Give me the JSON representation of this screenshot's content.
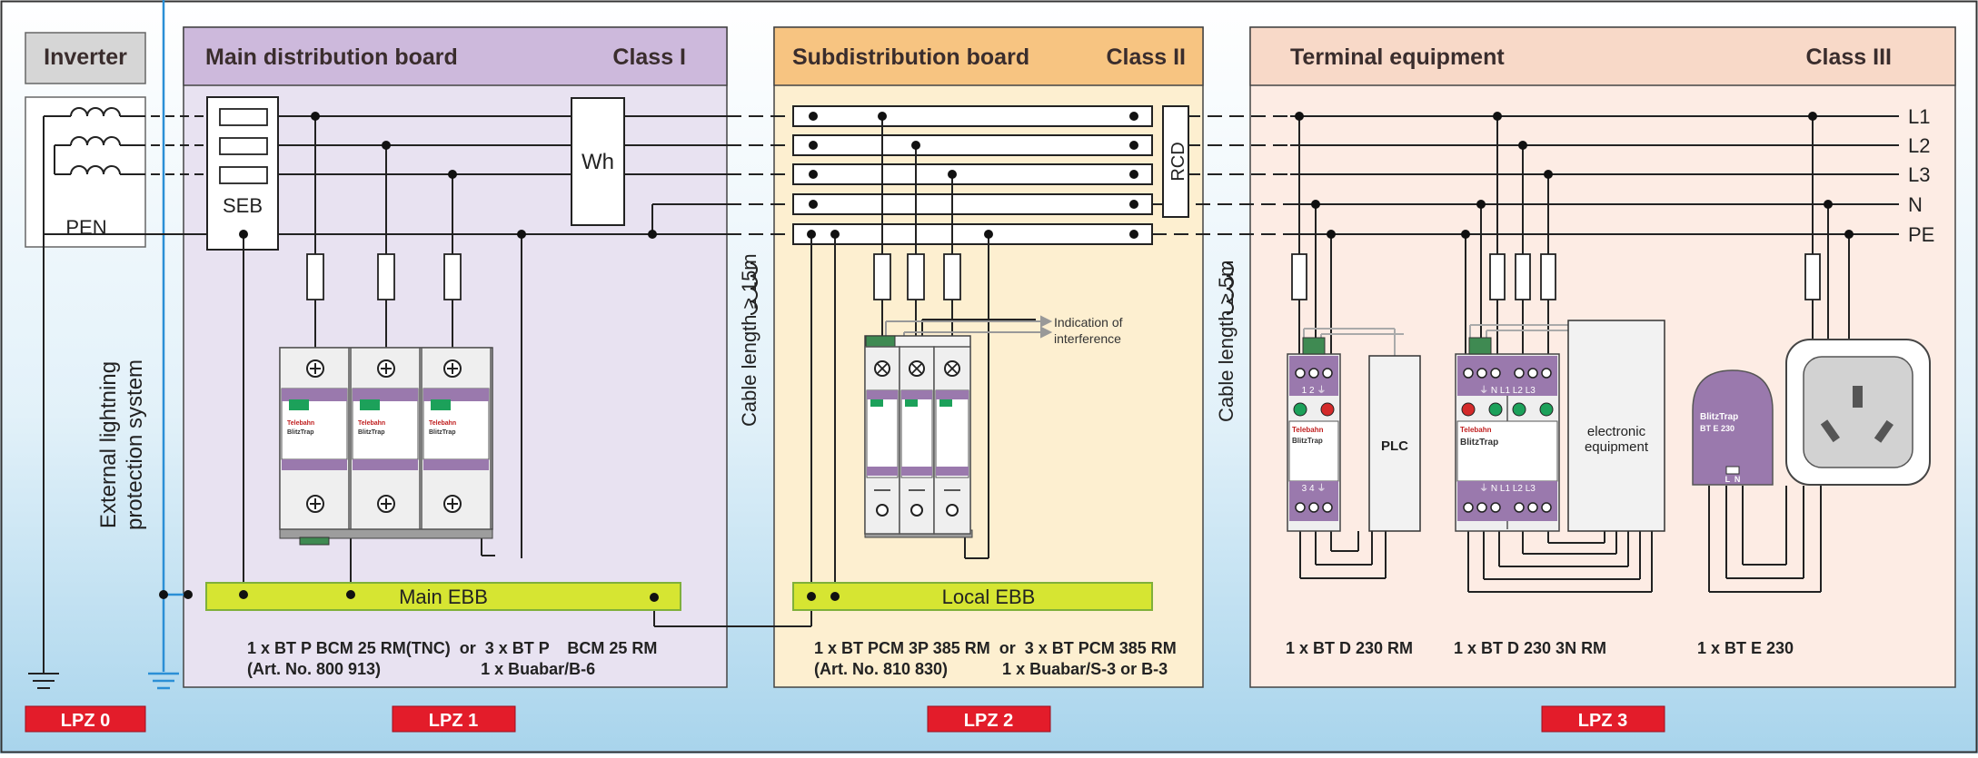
{
  "colors": {
    "background_top": "#ffffff",
    "background_bottom": "#a8d4ec",
    "main_board_header": "#cdb9dc",
    "main_board_body": "#e8e2f1",
    "sub_board_header": "#f7c481",
    "sub_board_body": "#fdefd0",
    "terminal_header": "#f8d9c8",
    "terminal_body": "#fdece4",
    "ebb_bar": "#d6e532",
    "ebb_border": "#7fb03a",
    "lpz_badge": "#e31c2a",
    "spd_purple": "#9a79ad",
    "lightning_line": "#2b8fd6"
  },
  "inverter": {
    "title": "Inverter",
    "pen_label": "PEN"
  },
  "external_protection": {
    "line1": "External lightning",
    "line2": "protection system"
  },
  "main_board": {
    "title": "Main distribution board",
    "class_label": "Class I",
    "seb_label": "SEB",
    "wh_label": "Wh",
    "ebb_label": "Main EBB",
    "caption_line1": "1 x BT P BCM 25 RM(TNC)  or  3 x BT P    BCM 25 RM",
    "caption_line2": "(Art. No. 800 913)                      1 x Buabar/B-6"
  },
  "cable1": {
    "label": "Cable length ≥ 15m"
  },
  "sub_board": {
    "title": "Subdistribution board",
    "class_label": "Class II",
    "rcd_label": "RCD",
    "indication_line1": "Indication of",
    "indication_line2": "interference",
    "ebb_label": "Local EBB",
    "caption_line1": "1 x BT PCM 3P 385 RM  or  3 x BT PCM 385 RM",
    "caption_line2": "(Art. No. 810 830)            1 x Buabar/S-3 or B-3"
  },
  "cable2": {
    "label": "Cable length ≥ 5m"
  },
  "terminal": {
    "title": "Terminal equipment",
    "class_label": "Class III",
    "plc_label": "PLC",
    "electronic_line1": "electronic",
    "electronic_line2": "equipment",
    "caption1": "1 x BT D 230 RM",
    "caption2": "1 x BT D 230 3N RM",
    "caption3": "1 x BT E 230"
  },
  "conductors": [
    "L1",
    "L2",
    "L3",
    "N",
    "PE"
  ],
  "zones": [
    "LPZ 0",
    "LPZ 1",
    "LPZ 2",
    "LPZ 3"
  ],
  "device_marks": {
    "brand": "Telebahn",
    "blitztrap": "BlitzTrap",
    "terminal_row1": "1 2 ⏚",
    "terminal_row2": "3 4 ⏚",
    "three_n_top": "⏚ N L1 L2 L3",
    "three_n_bottom": "⏚ N L1 L2 L3",
    "socket_spd": "BT E 230",
    "socket_terms": "L  N"
  }
}
